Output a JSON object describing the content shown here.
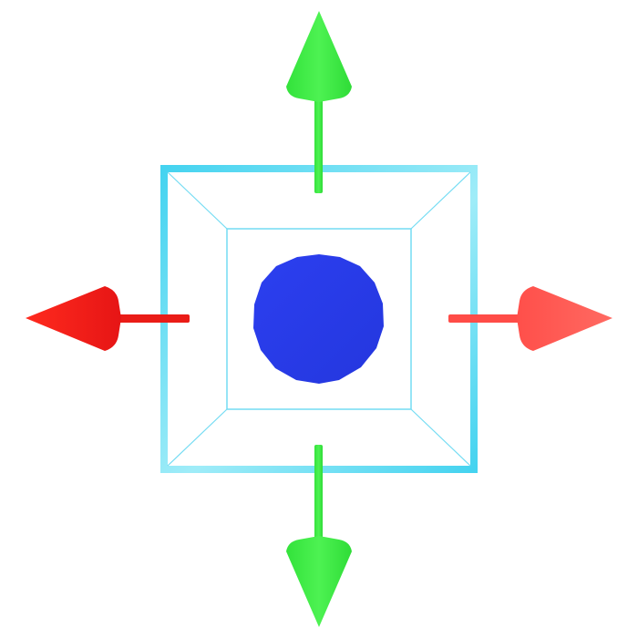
{
  "gizmo": {
    "type": "transform-move-gizmo",
    "handles": [
      {
        "name": "move-up-handle",
        "direction": "up",
        "axis": "y",
        "color": "#2ee838"
      },
      {
        "name": "move-down-handle",
        "direction": "down",
        "axis": "y",
        "color": "#2ee838"
      },
      {
        "name": "move-left-handle",
        "direction": "left",
        "axis": "x",
        "color": "#f0201c"
      },
      {
        "name": "move-right-handle",
        "direction": "right",
        "axis": "x",
        "color": "#ff5a55"
      }
    ],
    "center_handle": {
      "name": "free-move-handle",
      "color": "#2a3fe8"
    },
    "frame": {
      "outer_color": "#4fd8f2",
      "inner_color": "#7fe0f5"
    }
  }
}
